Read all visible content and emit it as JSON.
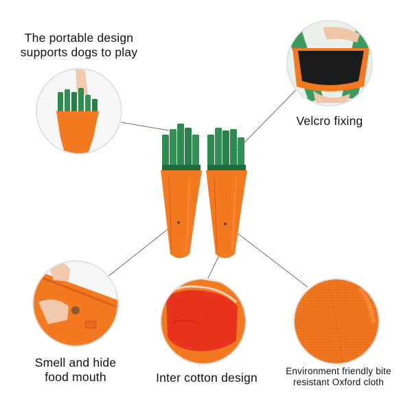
{
  "colors": {
    "orange": "#f47a22",
    "orange_dark": "#d9601a",
    "green": "#2f8a4f",
    "green_dark": "#1f6a3a",
    "ring": "#e2e2e2",
    "line": "#6f6f6f",
    "red_lining": "#e8341f"
  },
  "features": [
    {
      "id": "portable",
      "line1": "The portable design",
      "line2": "supports dogs to play",
      "icon": "hand-holding-carrot-icon"
    },
    {
      "id": "velcro",
      "line1": "Velcro fixing",
      "icon": "velcro-strip-icon"
    },
    {
      "id": "smell",
      "line1": "Smell and hide",
      "line2": "food mouth",
      "icon": "hiding-treat-icon"
    },
    {
      "id": "cotton",
      "line1": "Inter cotton design",
      "icon": "cotton-lining-icon"
    },
    {
      "id": "oxford",
      "line1": "Environment friendly bite",
      "line2": "resistant Oxford cloth",
      "icon": "oxford-fabric-icon"
    }
  ]
}
